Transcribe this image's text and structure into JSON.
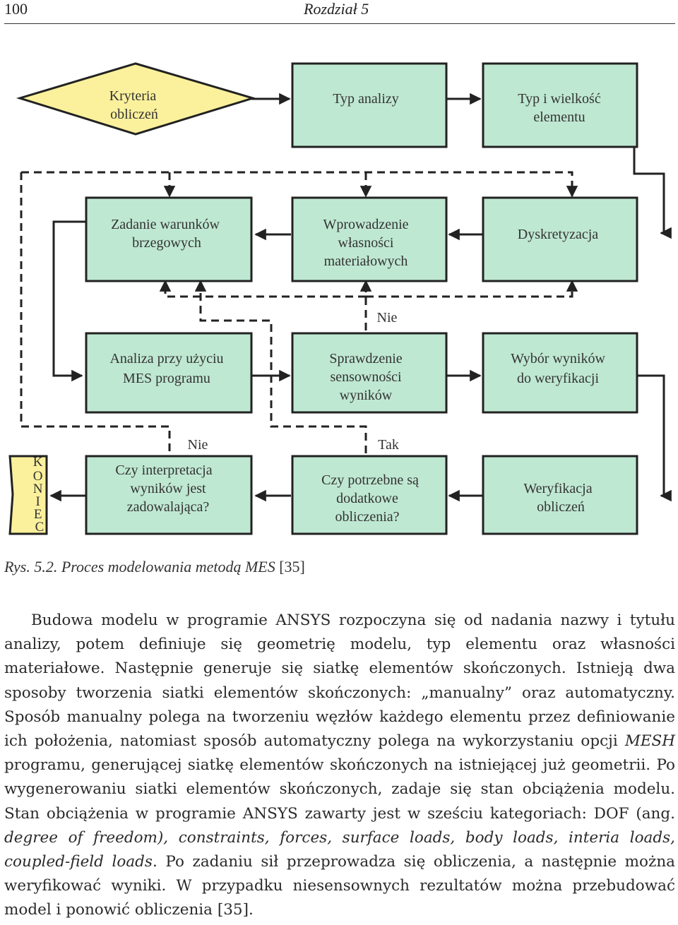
{
  "header": {
    "page_number": "100",
    "chapter": "Rozdział 5"
  },
  "diagram": {
    "fill_color": "#bfe8d2",
    "diamond_color": "#fbf19c",
    "koniec_color": "#fbf19c",
    "boxes": {
      "kryteria": [
        "Kryteria",
        "obliczeń"
      ],
      "typ_analizy": [
        "Typ analizy"
      ],
      "typ_elementu": [
        "Typ i  wielkość",
        "elementu"
      ],
      "zadanie": [
        "Zadanie warunków",
        "brzegowych"
      ],
      "wprowadzenie": [
        "Wprowadzenie",
        "własności",
        "materiałowych"
      ],
      "dyskretyzacja": [
        "Dyskretyzacja"
      ],
      "analiza": [
        "Analiza przy użyciu",
        "MES programu"
      ],
      "sprawdzenie": [
        "Sprawdzenie",
        "sensowności",
        "wyników"
      ],
      "wybor": [
        "Wybór wyników",
        "do weryfikacji"
      ],
      "czy_interpretacja": [
        "Czy interpretacja",
        "wyników jest",
        "zadowalająca?"
      ],
      "czy_potrzebne": [
        "Czy potrzebne są",
        "dodatkowe",
        "obliczenia?"
      ],
      "weryfikacja": [
        "Weryfikacja",
        "obliczeń"
      ],
      "koniec": [
        "K",
        "O",
        "N",
        "I",
        "E",
        "C"
      ]
    },
    "labels": {
      "nie_top": "Nie",
      "nie_left": "Nie",
      "tak": "Tak"
    }
  },
  "caption": {
    "prefix": "Rys. 5.2. Proces modelowania metodą MES",
    "ref": " [35]"
  },
  "body": {
    "s1": "Budowa modelu w programie ANSYS rozpoczyna się od nadania nazwy i tytułu analizy, potem definiuje się geometrię modelu, typ elementu oraz własności materiałowe. Następnie generuje się siatkę elementów skończonych. Istnieją dwa sposoby tworzenia siatki elementów skończonych: „manualny” oraz automatyczny. Sposób manualny polega na tworzeniu węzłów każdego elementu przez definiowanie ich położenia, natomiast sposób automatyczny polega na wykorzystaniu opcji ",
    "mesh": "MESH",
    "s2": " programu, generującej siatkę elementów skończonych na istniejącej już geometrii. Po wygenerowaniu siatki elementów skończonych, zadaje się stan obciążenia modelu. Stan obciążenia w programie ANSYS zawarty jest w sześciu kategoriach: DOF (ang. ",
    "italic_terms": "degree of freedom), constraints, forces, surface loads, body loads, interia loads, coupled-field loads",
    "s3": ". Po zadaniu sił przeprowadza się obliczenia, a następnie można weryfikować wyniki. W przypadku niesensownych rezultatów można przebudować model i ponowić obliczenia [35]."
  }
}
